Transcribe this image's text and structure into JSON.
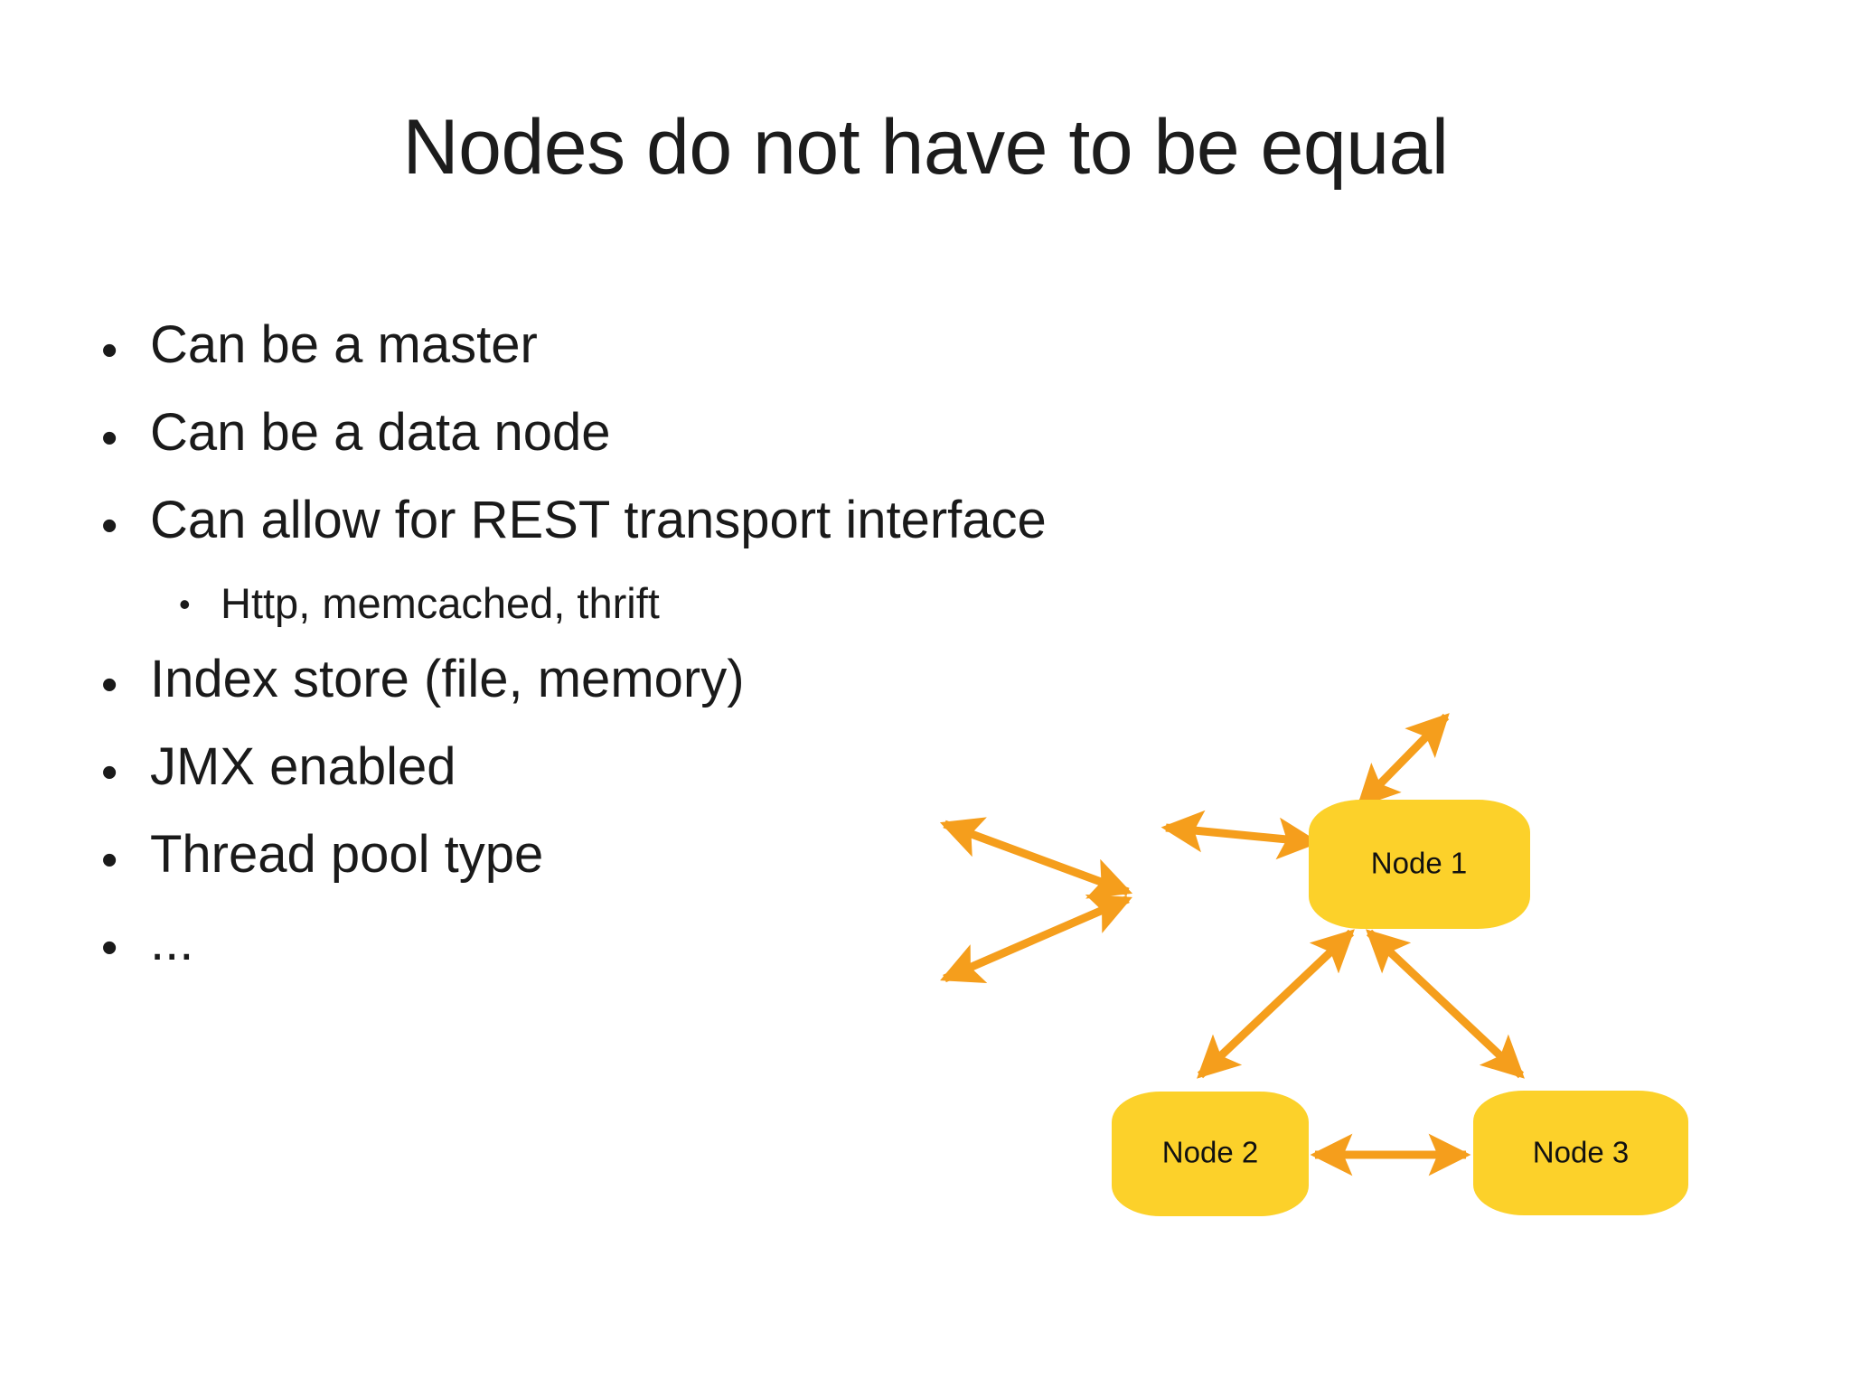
{
  "slide": {
    "title": "Nodes do not have to be equal",
    "background_color": "#ffffff",
    "text_color": "#1a1a1a"
  },
  "bullets": [
    {
      "level": 0,
      "marker": "•",
      "text": "Can be a master"
    },
    {
      "level": 0,
      "marker": "•",
      "text": "Can be a data node"
    },
    {
      "level": 0,
      "marker": "•",
      "text": "Can allow for REST transport interface"
    },
    {
      "level": 1,
      "marker": "•",
      "text": "Http, memcached, thrift"
    },
    {
      "level": 0,
      "marker": "•",
      "text": "Index store (file, memory)"
    },
    {
      "level": 0,
      "marker": "•",
      "text": "JMX enabled"
    },
    {
      "level": 0,
      "marker": "•",
      "text": "Thread pool type"
    },
    {
      "level": 0,
      "marker": "•",
      "text": "..."
    }
  ],
  "diagram": {
    "node_fill_color": "#FCD12A",
    "arrow_color": "#F59E1C",
    "node_label_color": "#111111",
    "nodes": [
      {
        "id": "node-1",
        "label": "Node 1"
      },
      {
        "id": "node-2",
        "label": "Node 2"
      },
      {
        "id": "node-3",
        "label": "Node 3"
      }
    ],
    "connections": [
      {
        "from": "node-1",
        "to": "node-2",
        "style": "double-arrow"
      },
      {
        "from": "node-1",
        "to": "node-3",
        "style": "double-arrow"
      },
      {
        "from": "node-2",
        "to": "node-3",
        "style": "double-arrow"
      },
      {
        "from": "node-1",
        "to": "external-upper-right",
        "style": "double-arrow"
      },
      {
        "from": "node-1",
        "to": "external-left",
        "style": "double-arrow"
      },
      {
        "from": "node-2",
        "to": "external-upper-left",
        "style": "double-arrow"
      },
      {
        "from": "node-2",
        "to": "external-lower-left",
        "style": "double-arrow"
      }
    ]
  }
}
